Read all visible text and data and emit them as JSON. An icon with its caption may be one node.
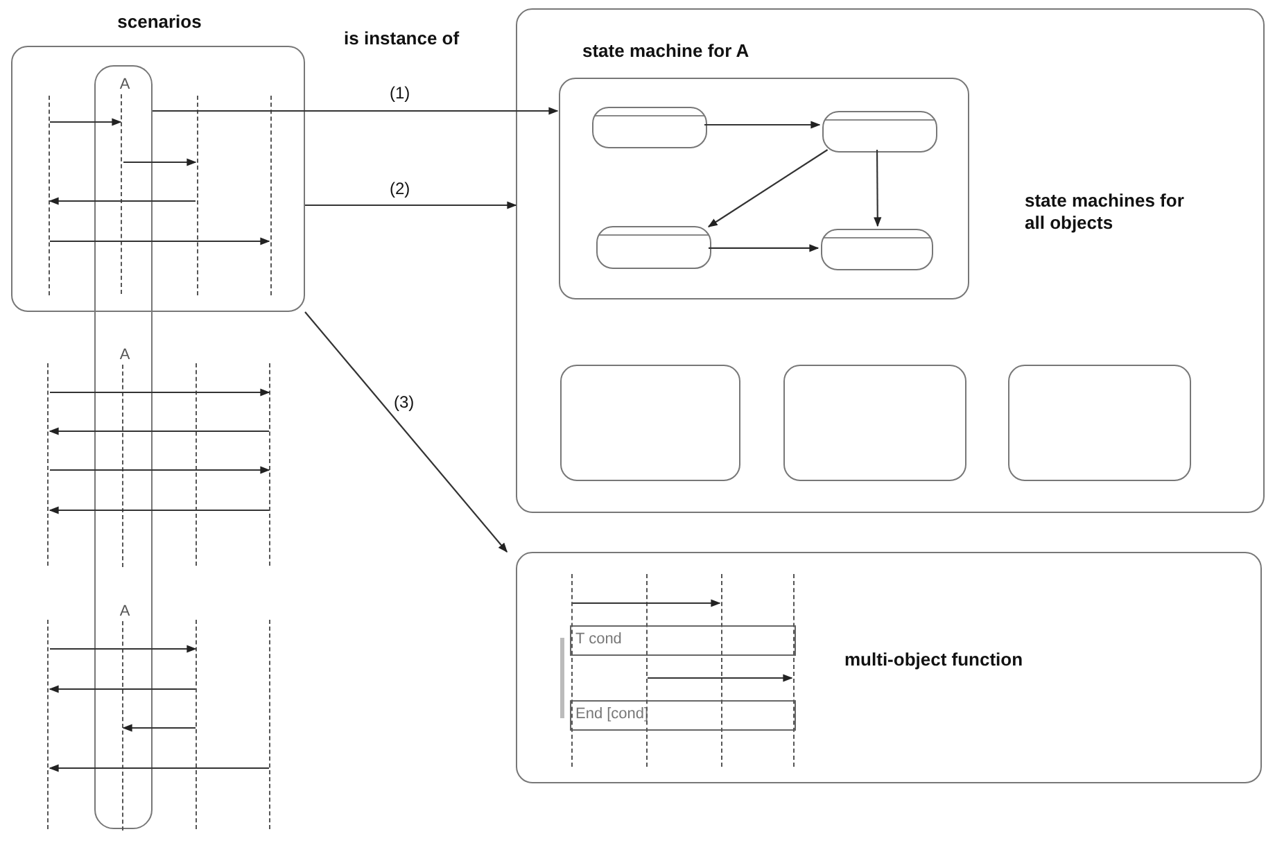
{
  "diagram": {
    "nodes": [
      {
        "text": [
          "scenarios"
        ]
      },
      {
        "text": [
          "A",
          "A",
          "A"
        ]
      },
      {
        "text": [
          "state machines for all objects"
        ]
      },
      {
        "text": [
          "state machine for A"
        ],
        "in": 2
      },
      {
        "text": [],
        "shape": "box",
        "in": 3
      },
      {
        "text": [],
        "shape": "box",
        "in": 3
      },
      {
        "text": [],
        "shape": "box",
        "in": 3
      },
      {
        "text": [],
        "shape": "box",
        "in": 3
      },
      {
        "text": [],
        "shape": "box",
        "in": 2
      },
      {
        "text": [],
        "shape": "box",
        "in": 2
      },
      {
        "text": [],
        "shape": "box",
        "in": 2
      },
      {
        "text": [
          "multi-object function"
        ]
      },
      {
        "text": [
          "T cond"
        ],
        "in": 11
      },
      {
        "text": [
          "End [cond]"
        ],
        "in": 11
      },
      {
        "text": [],
        "shape": "line",
        "in": 0
      },
      {
        "text": [],
        "shape": "line"
      },
      {
        "text": [],
        "shape": "line",
        "in": 0
      },
      {
        "text": [],
        "shape": "line",
        "in": 0
      },
      {
        "text": [],
        "shape": "line"
      },
      {
        "text": [],
        "shape": "line",
        "in": 1
      },
      {
        "text": [],
        "shape": "line"
      },
      {
        "text": [],
        "shape": "line"
      },
      {
        "text": [],
        "shape": "line"
      },
      {
        "text": [],
        "shape": "line",
        "in": 1
      },
      {
        "text": [],
        "shape": "line"
      },
      {
        "text": [],
        "shape": "line"
      },
      {
        "text": [],
        "shape": "line",
        "in": 11
      },
      {
        "text": [],
        "shape": "line",
        "in": 11
      },
      {
        "text": [],
        "shape": "line",
        "in": 11
      },
      {
        "text": [],
        "shape": "line",
        "in": 11
      }
    ],
    "edges": [
      {
        "from": 1,
        "to": 3,
        "arrow": "to",
        "label": "(1)"
      },
      {
        "from": 0,
        "to": 2,
        "arrow": "to",
        "label": "(2)"
      },
      {
        "from": 0,
        "to": 11,
        "arrow": "to",
        "label": "(3)"
      },
      {
        "from": 4,
        "to": 5,
        "arrow": "to"
      },
      {
        "from": 5,
        "to": 6,
        "arrow": "to"
      },
      {
        "from": 5,
        "to": 7,
        "arrow": "to"
      },
      {
        "from": 6,
        "to": 7,
        "arrow": "to"
      },
      {
        "from": 14,
        "to": 15,
        "arrow": "to"
      },
      {
        "from": 15,
        "to": 16,
        "arrow": "to"
      },
      {
        "from": 16,
        "to": 14,
        "arrow": "to"
      },
      {
        "from": 14,
        "to": 17,
        "arrow": "to"
      },
      {
        "from": 18,
        "to": 21,
        "arrow": "to"
      },
      {
        "from": 21,
        "to": 18,
        "arrow": "to"
      },
      {
        "from": 18,
        "to": 21,
        "arrow": "to"
      },
      {
        "from": 21,
        "to": 18,
        "arrow": "to"
      },
      {
        "from": 22,
        "to": 24,
        "arrow": "to"
      },
      {
        "from": 24,
        "to": 22,
        "arrow": "to"
      },
      {
        "from": 24,
        "to": 23,
        "arrow": "to"
      },
      {
        "from": 25,
        "to": 22,
        "arrow": "to"
      },
      {
        "from": 26,
        "to": 28,
        "arrow": "to"
      },
      {
        "from": 27,
        "to": 29,
        "arrow": "to"
      }
    ],
    "labels": [
      "is instance of"
    ]
  }
}
